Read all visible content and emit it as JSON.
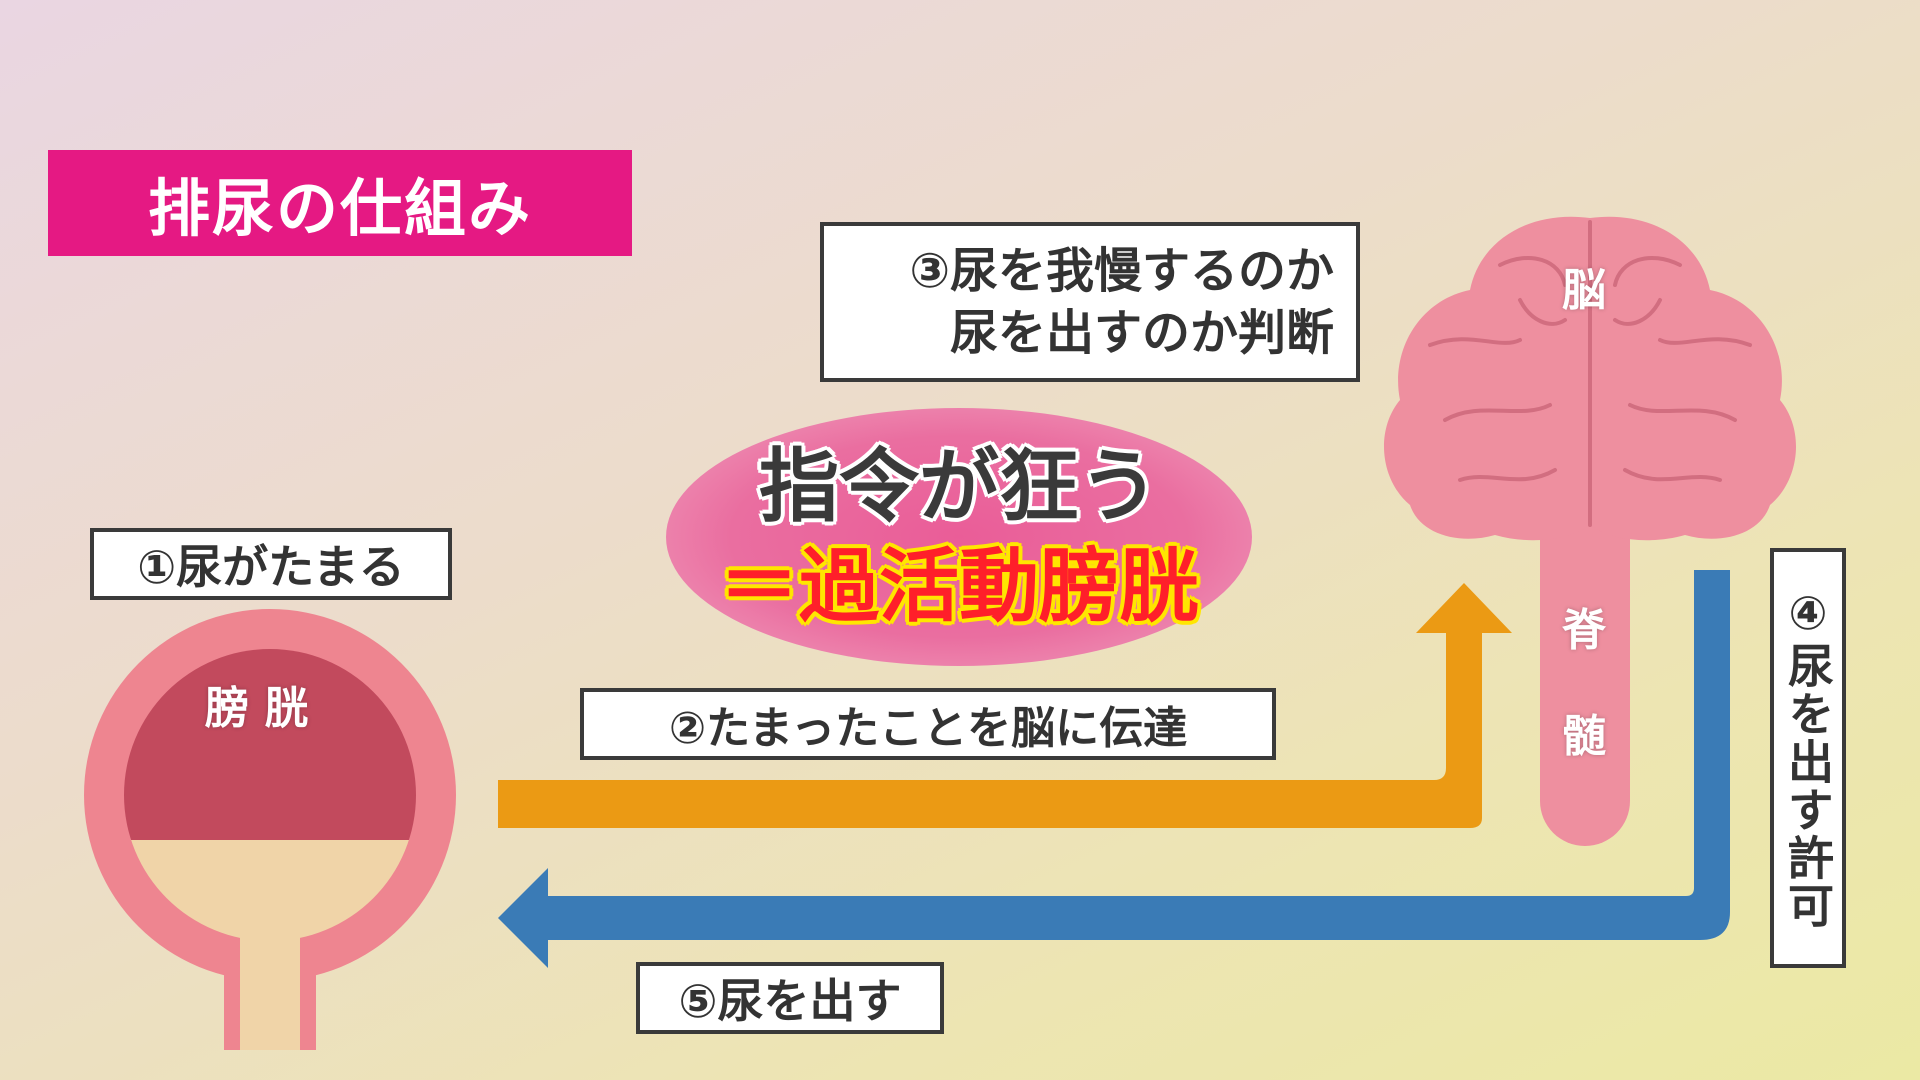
{
  "title": "排尿の仕組み",
  "steps": {
    "step1": "①尿がたまる",
    "step2": "②たまったことを脳に伝達",
    "step3_line1": "③尿を我慢するのか",
    "step3_line2": "尿を出すのか判断",
    "step4": "④尿を出す許可",
    "step5": "⑤尿を出す"
  },
  "highlight": {
    "line1": "指令が狂う",
    "line2": "＝過活動膀胱"
  },
  "labels": {
    "bladder": "膀 胱",
    "brain": "脳",
    "spine_1": "脊",
    "spine_2": "髄"
  },
  "colors": {
    "title_bg": "#e51983",
    "orange_arrow": "#eb9a14",
    "blue_arrow": "#3a7bb6",
    "brain": "#ee8f9f",
    "bladder_outer": "#ee8590",
    "bladder_urine": "#c24a5d",
    "bladder_empty": "#f0d4a8"
  }
}
